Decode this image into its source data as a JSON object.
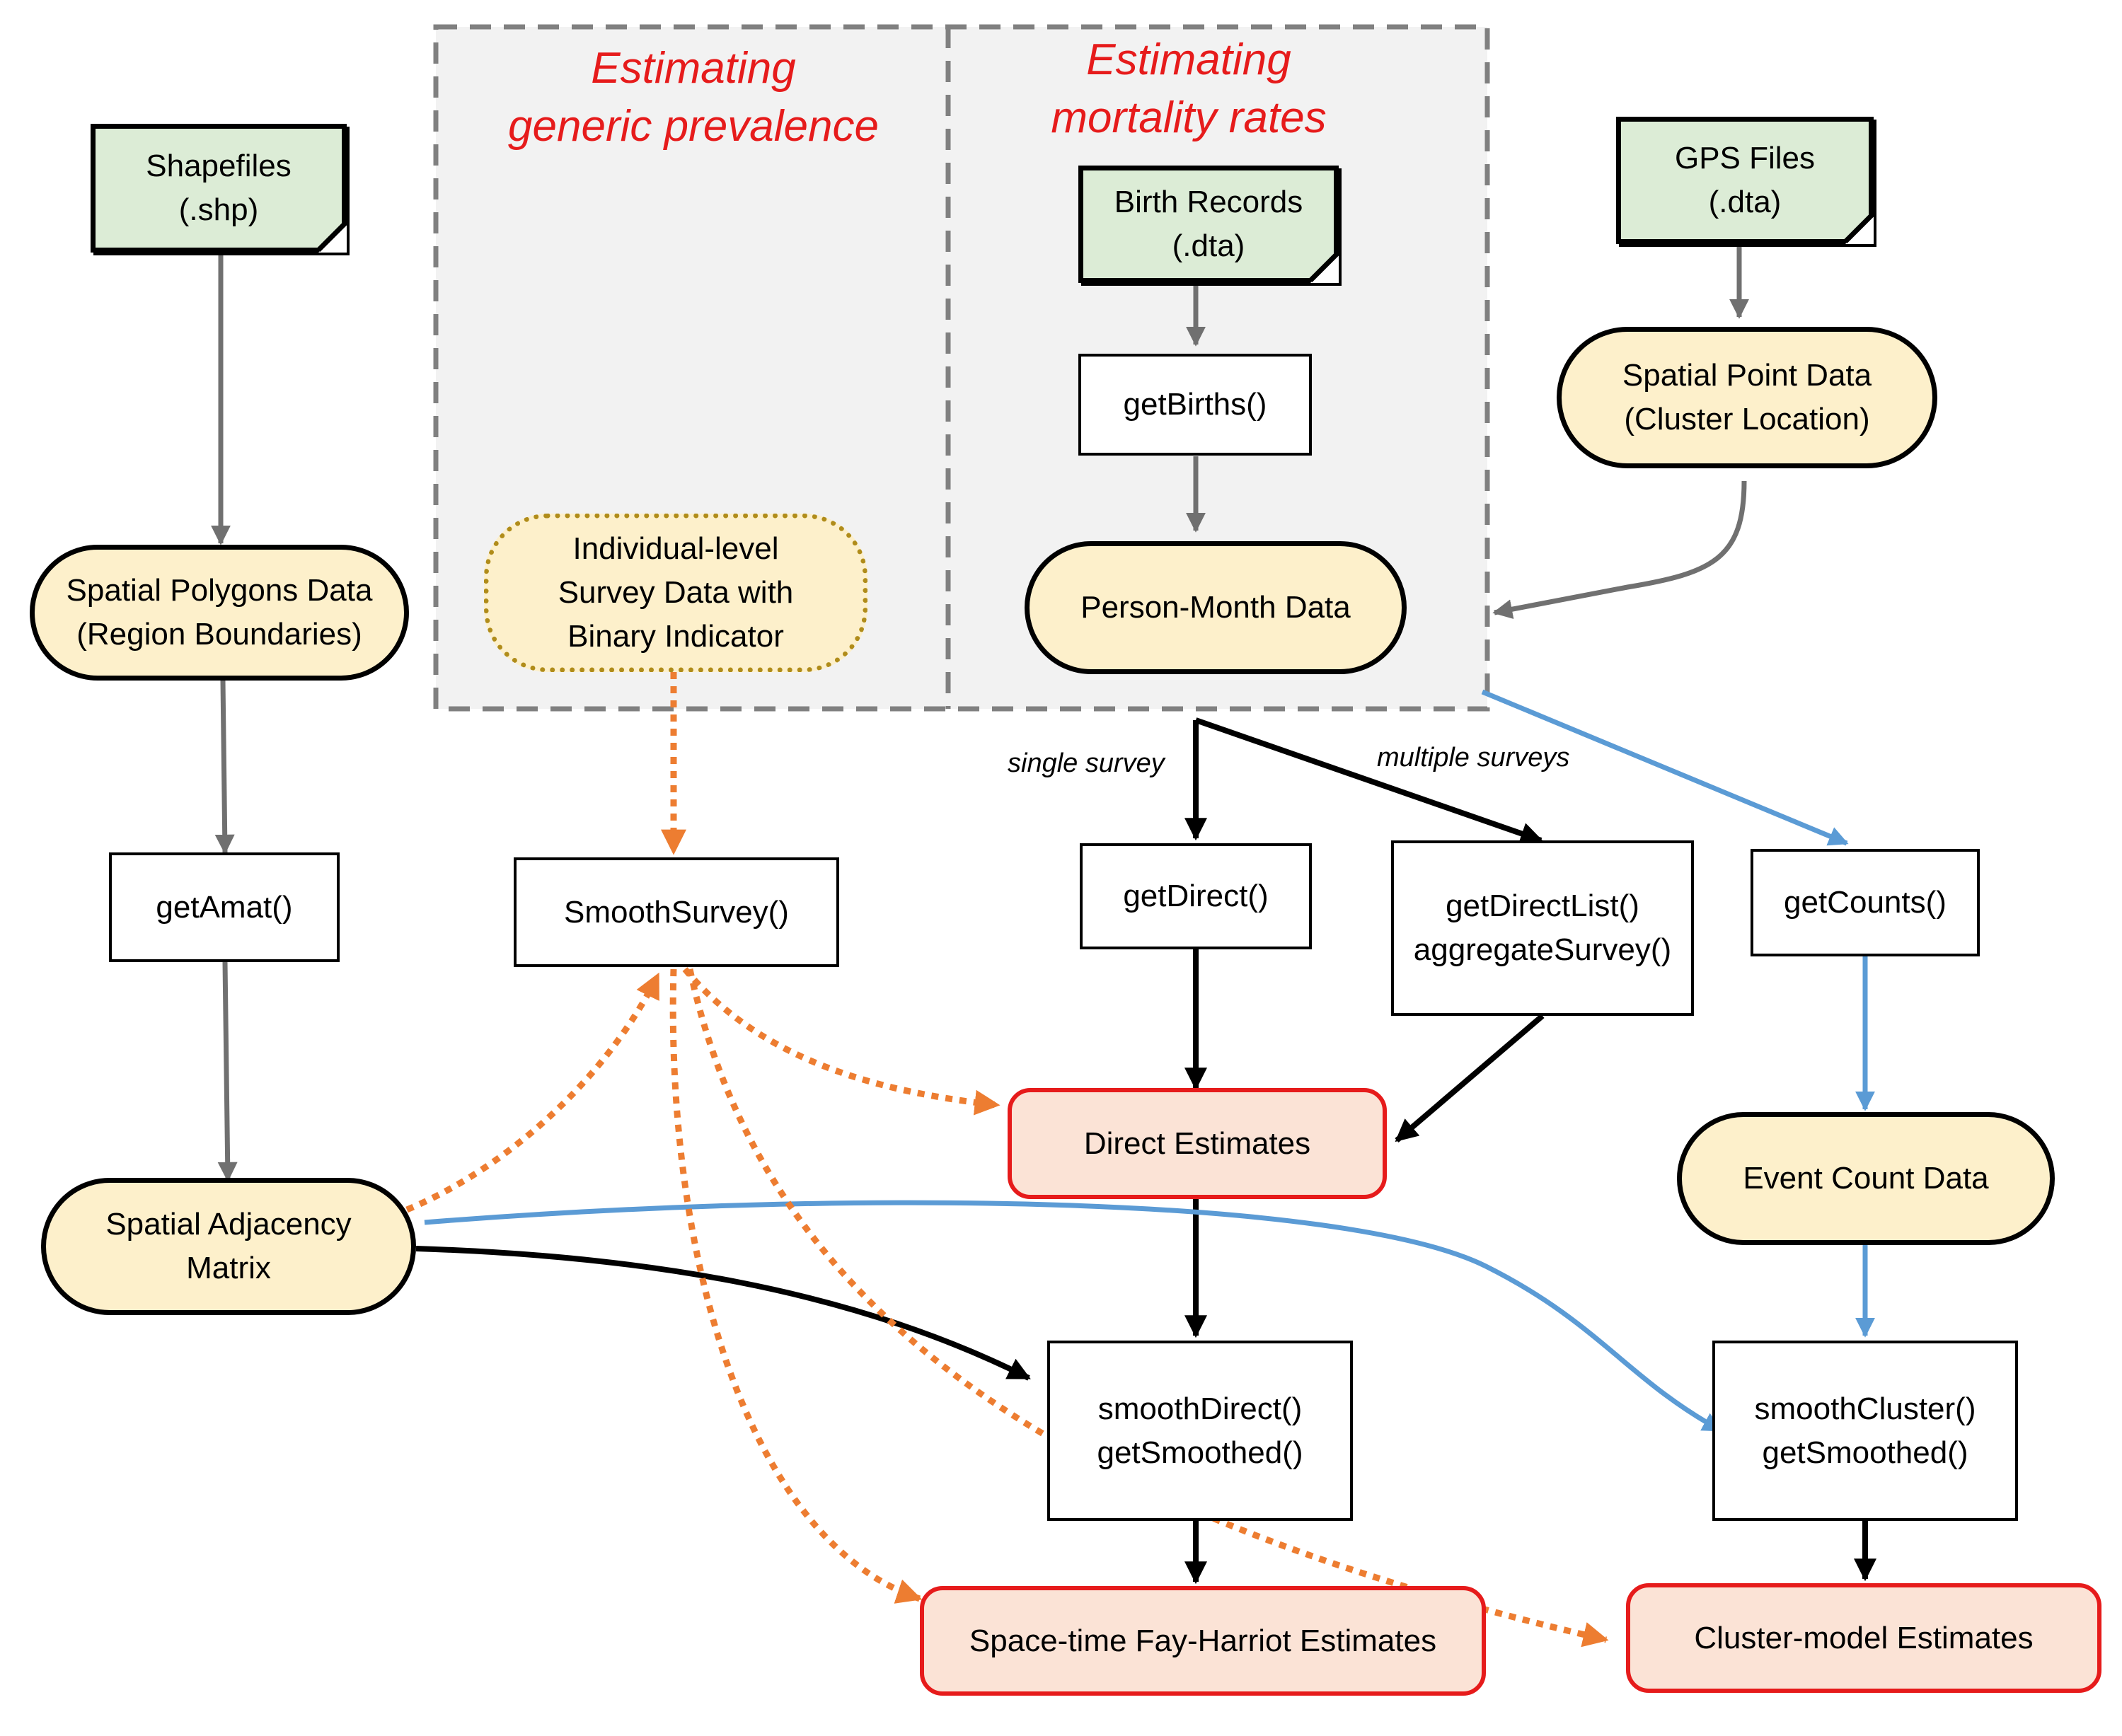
{
  "colors": {
    "gray_arrow": "#707070",
    "black_arrow": "#000000",
    "blue_arrow": "#5b9bd5",
    "orange_arrow": "#ed7d31",
    "file_fill": "#dcecd6",
    "data_fill": "#fdf0cb",
    "estimate_fill": "#fbe3d6",
    "estimate_border": "#e61b1b",
    "title_color": "#e61b1b",
    "panel_fill": "#f2f2f2",
    "panel_border": "#808080"
  },
  "panels": {
    "prevalence_title": [
      "Estimating",
      "generic prevalence"
    ],
    "mortality_title": [
      "Estimating",
      "mortality rates"
    ]
  },
  "files": {
    "shapefiles": [
      "Shapefiles",
      "(.shp)"
    ],
    "birth_records": [
      "Birth Records",
      "(.dta)"
    ],
    "gps_files": [
      "GPS Files",
      "(.dta)"
    ]
  },
  "data_nodes": {
    "spatial_polygons": [
      "Spatial Polygons Data",
      "(Region Boundaries)"
    ],
    "spatial_point": [
      "Spatial Point Data",
      "(Cluster Location)"
    ],
    "person_month": [
      "Person-Month Data"
    ],
    "individual_survey": [
      "Individual-level",
      "Survey Data with",
      "Binary Indicator"
    ],
    "spatial_adjacency": [
      "Spatial Adjacency",
      "Matrix"
    ],
    "event_count": [
      "Event Count Data"
    ]
  },
  "functions": {
    "get_amat": [
      "getAmat()"
    ],
    "get_births": [
      "getBirths()"
    ],
    "smooth_survey": [
      "SmoothSurvey()"
    ],
    "get_direct": [
      "getDirect()"
    ],
    "get_direct_list": [
      "getDirectList()",
      "aggregateSurvey()"
    ],
    "get_counts": [
      "getCounts()"
    ],
    "smooth_direct": [
      "smoothDirect()",
      "getSmoothed()"
    ],
    "smooth_cluster": [
      "smoothCluster()",
      "getSmoothed()"
    ]
  },
  "estimates": {
    "direct": [
      "Direct Estimates"
    ],
    "fay_harriot": [
      "Space-time Fay-Harriot Estimates"
    ],
    "cluster_model": [
      "Cluster-model Estimates"
    ]
  },
  "edge_labels": {
    "single_survey": "single survey",
    "multiple_surveys": "multiple surveys"
  }
}
